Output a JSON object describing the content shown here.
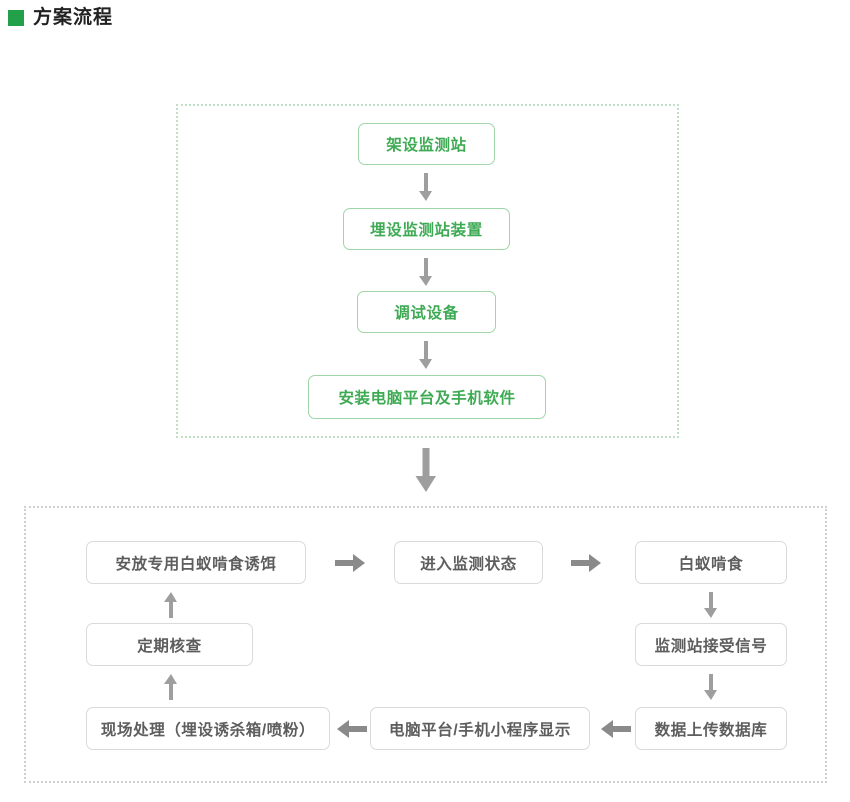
{
  "header": {
    "bullet_icon": "green-square-bullet",
    "title": "方案流程",
    "bullet_color": "#22A14A"
  },
  "colors": {
    "green_accent": "#3FAA54",
    "green_border": "#9FD5A8",
    "green_panel_border": "#BFE0C4",
    "gray_text": "#5D5D5D",
    "gray_border": "#DADADA",
    "gray_panel_border": "#CFCFCF",
    "arrow_color": "#9E9E9E"
  },
  "chart_data": {
    "type": "diagram",
    "title": "方案流程",
    "sections": [
      {
        "id": "setup",
        "style": "green",
        "nodes": [
          "架设监测站",
          "埋设监测站装置",
          "调试设备",
          "安装电脑平台及手机软件"
        ],
        "flow": "vertical-down"
      },
      {
        "id": "monitoring-loop",
        "style": "gray",
        "nodes": [
          "安放专用白蚁啃食诱饵",
          "进入监测状态",
          "白蚁啃食",
          "监测站接受信号",
          "数据上传数据库",
          "电脑平台/手机小程序显示",
          "现场处理（埋设诱杀箱/喷粉）",
          "定期核查"
        ],
        "flow": "counter-clockwise-loop"
      }
    ],
    "connectors": [
      {
        "from": "架设监测站",
        "to": "埋设监测站装置",
        "dir": "down"
      },
      {
        "from": "埋设监测站装置",
        "to": "调试设备",
        "dir": "down"
      },
      {
        "from": "调试设备",
        "to": "安装电脑平台及手机软件",
        "dir": "down"
      },
      {
        "from": "安装电脑平台及手机软件",
        "to": "安放专用白蚁啃食诱饵",
        "dir": "down"
      },
      {
        "from": "安放专用白蚁啃食诱饵",
        "to": "进入监测状态",
        "dir": "right"
      },
      {
        "from": "进入监测状态",
        "to": "白蚁啃食",
        "dir": "right"
      },
      {
        "from": "白蚁啃食",
        "to": "监测站接受信号",
        "dir": "down"
      },
      {
        "from": "监测站接受信号",
        "to": "数据上传数据库",
        "dir": "down"
      },
      {
        "from": "数据上传数据库",
        "to": "电脑平台/手机小程序显示",
        "dir": "left"
      },
      {
        "from": "电脑平台/手机小程序显示",
        "to": "现场处理（埋设诱杀箱/喷粉）",
        "dir": "left"
      },
      {
        "from": "现场处理（埋设诱杀箱/喷粉）",
        "to": "定期核查",
        "dir": "up"
      },
      {
        "from": "定期核查",
        "to": "安放专用白蚁啃食诱饵",
        "dir": "up"
      }
    ]
  },
  "setup_section": {
    "node1": "架设监测站",
    "node2": "埋设监测站装置",
    "node3": "调试设备",
    "node4": "安装电脑平台及手机软件"
  },
  "loop_section": {
    "bait": "安放专用白蚁啃食诱饵",
    "monitor_state": "进入监测状态",
    "termite_feed": "白蚁啃食",
    "station_signal": "监测站接受信号",
    "upload_db": "数据上传数据库",
    "platform_display": "电脑平台/手机小程序显示",
    "onsite_treat": "现场处理（埋设诱杀箱/喷粉）",
    "periodic_check": "定期核查"
  },
  "icons": {
    "arrow_down": "arrow-down-icon",
    "arrow_up": "arrow-up-icon",
    "arrow_right": "arrow-right-icon",
    "arrow_left": "arrow-left-icon"
  }
}
